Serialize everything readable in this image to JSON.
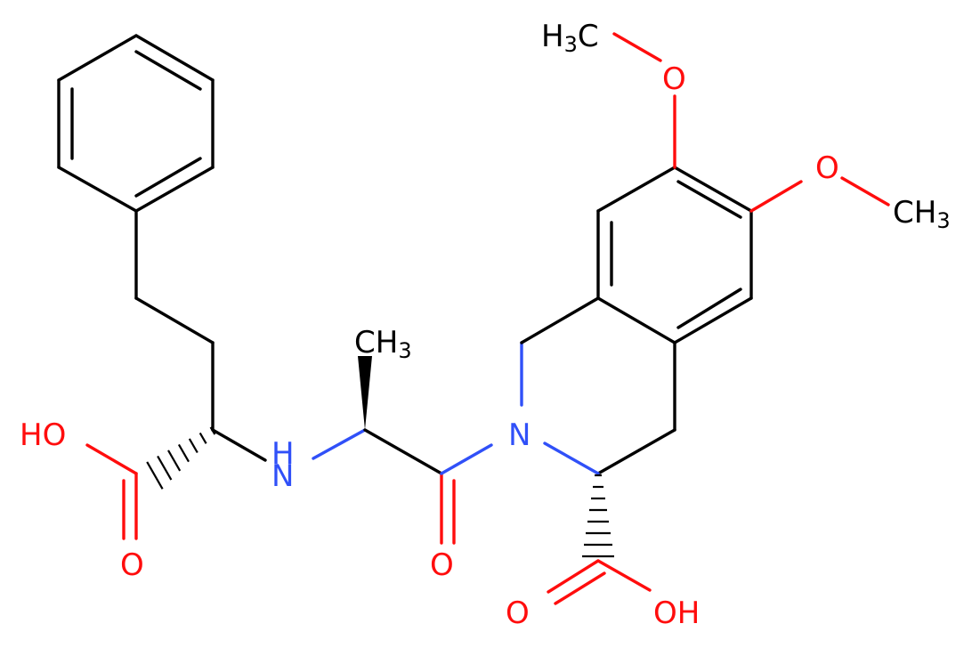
{
  "colors": {
    "carbon": "#000000",
    "oxygen": "#ff0d0d",
    "nitrogen": "#3050f8",
    "background": "#ffffff"
  },
  "atoms": {
    "ch3_top": "H3C",
    "o_top": "O",
    "o_right": "O",
    "ch3_right": "CH3",
    "ch3_mid": "CH3",
    "ho_left": "HO",
    "nh": "N",
    "nh_h": "H",
    "n_ring": "N",
    "o_left_carbonyl": "O",
    "o_amide": "O",
    "o_bottom_carbonyl": "O",
    "oh_bottom": "OH"
  }
}
